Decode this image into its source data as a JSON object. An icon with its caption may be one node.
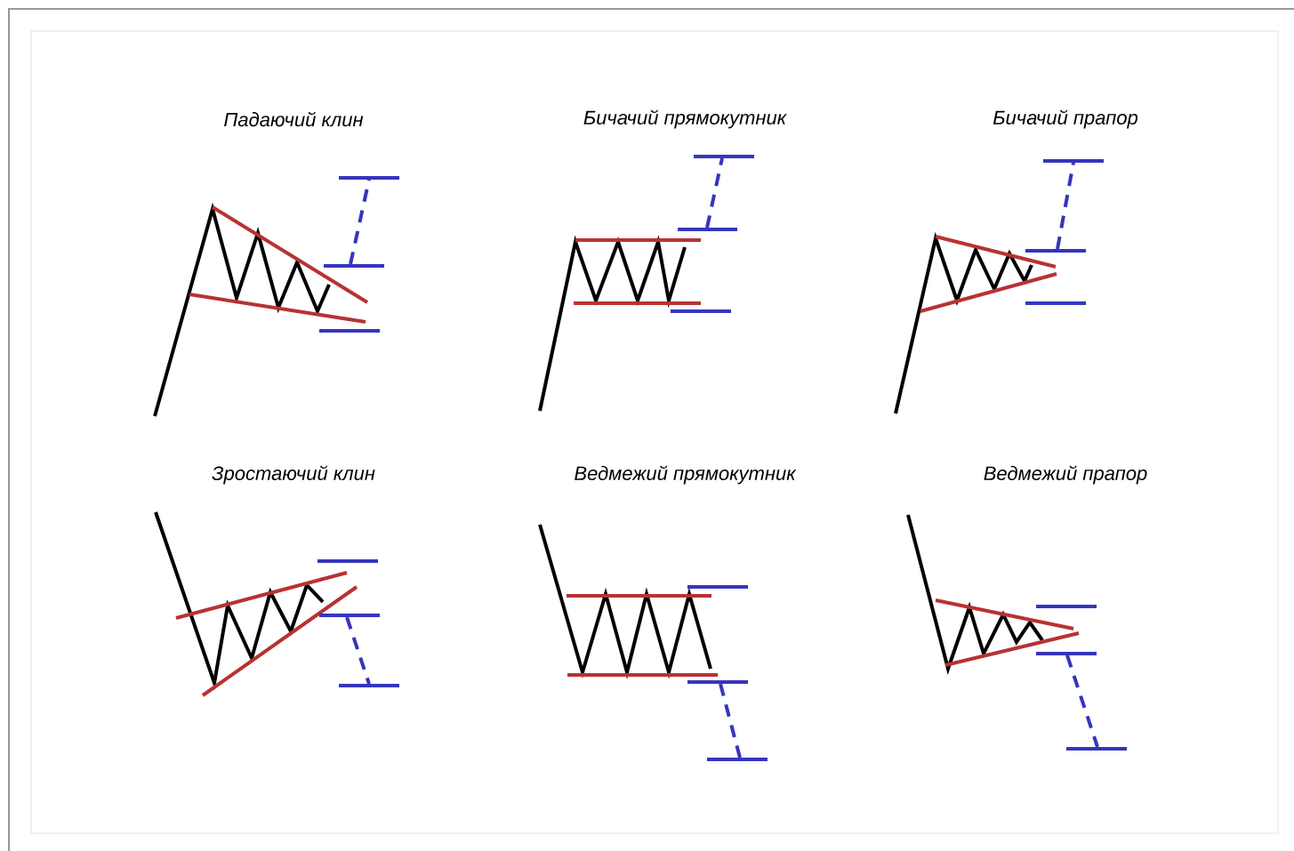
{
  "diagram": {
    "labels": [
      "Падаючий клин",
      "Бичачий прямокутник",
      "Бичачий прапор",
      "Зростаючий клин",
      "Ведмежий прямокутник",
      "Ведмежий прапор"
    ]
  }
}
